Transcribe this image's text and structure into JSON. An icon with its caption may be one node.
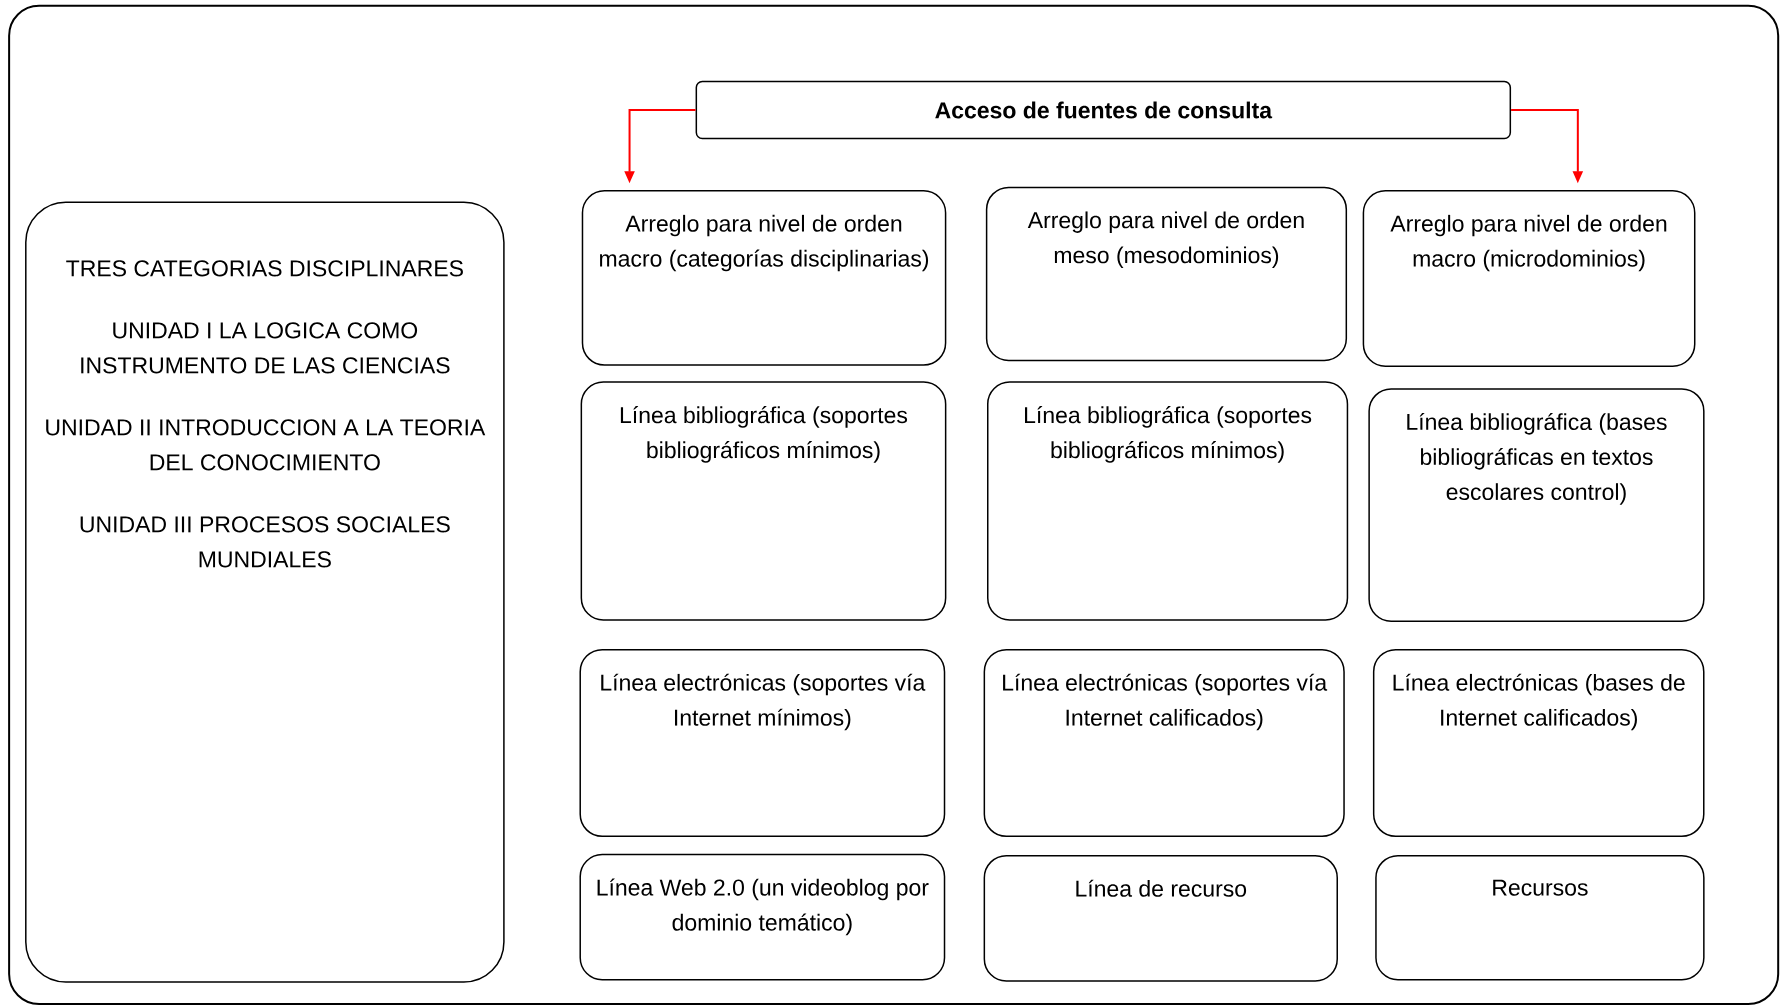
{
  "diagram": {
    "nodes": [
      {
        "text": [
          "TRES CATEGORIAS DISCIPLINARES",
          "UNIDAD I LA LOGICA COMO INSTRUMENTO DE LAS CIENCIAS",
          "UNIDAD II INTRODUCCION A LA TEORIA DEL CONOCIMIENTO",
          "UNIDAD III PROCESOS SOCIALES MUNDIALES"
        ]
      },
      {
        "text": [
          "Acceso de fuentes de consulta"
        ]
      },
      {
        "text": [
          "Arreglo para nivel de orden macro (categorías disciplinarias)"
        ]
      },
      {
        "text": [
          "Arreglo para nivel de orden meso (mesodominios)"
        ]
      },
      {
        "text": [
          "Arreglo para nivel de orden macro (microdominios)"
        ]
      },
      {
        "text": [
          "Línea bibliográfica (soportes bibliográficos mínimos)"
        ]
      },
      {
        "text": [
          "Línea bibliográfica (soportes bibliográficos mínimos)"
        ]
      },
      {
        "text": [
          "Línea bibliográfica (bases bibliográficas en textos escolares control)"
        ]
      },
      {
        "text": [
          "Línea electrónicas (soportes vía Internet mínimos)"
        ]
      },
      {
        "text": [
          "Línea electrónicas (soportes vía Internet calificados)"
        ]
      },
      {
        "text": [
          "Línea electrónicas (bases de Internet calificados)"
        ]
      },
      {
        "text": [
          "Línea Web 2.0 (un videoblog por dominio temático)"
        ]
      },
      {
        "text": [
          "Línea de recurso"
        ]
      },
      {
        "text": [
          "Recursos"
        ]
      }
    ],
    "edges": [
      {
        "from": 1,
        "to": 2,
        "arrow": "to"
      },
      {
        "from": 1,
        "to": 4,
        "arrow": "to"
      }
    ]
  }
}
